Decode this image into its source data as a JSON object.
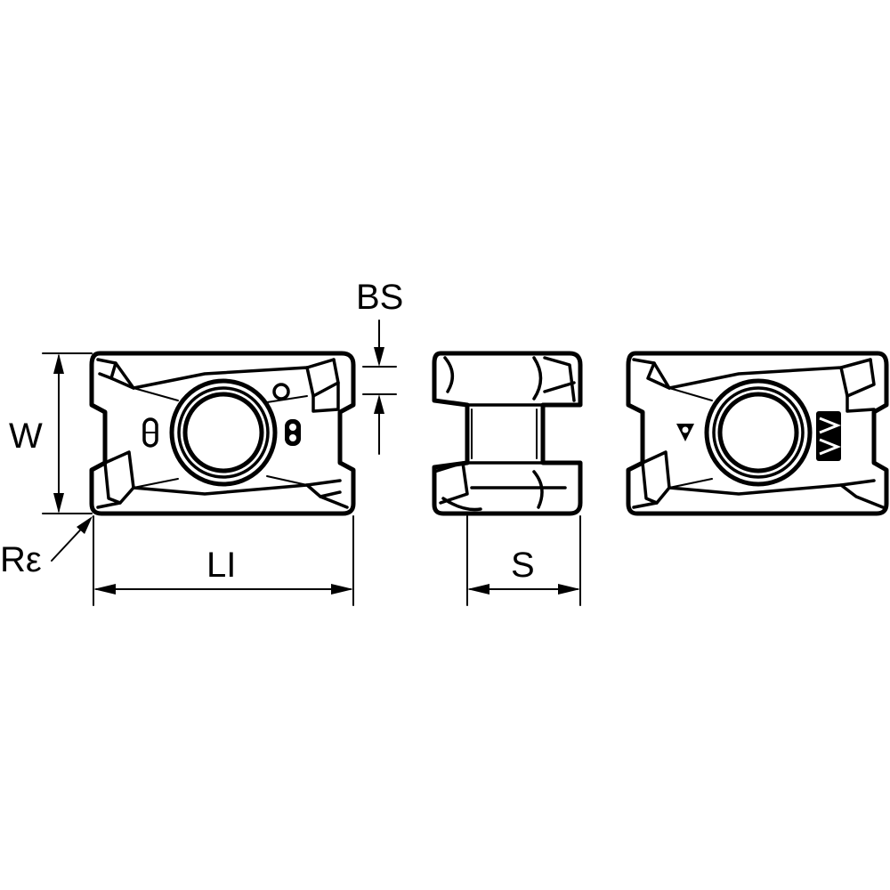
{
  "dimensions": {
    "bs": "BS",
    "w": "W",
    "r_epsilon": "Rε",
    "li": "LI",
    "s": "S"
  },
  "markings": {
    "front_view_logo": "logo-mark",
    "right_view_logo": "brand-logo-mark"
  }
}
